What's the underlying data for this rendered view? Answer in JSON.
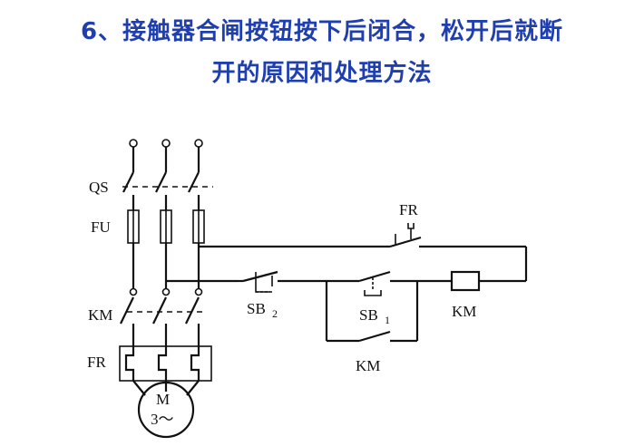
{
  "title": {
    "line1": "6、接触器合闸按钮按下后闭合，松开后就断",
    "line2": "开的原因和处理方法"
  },
  "labels": {
    "qs": "QS",
    "fu": "FU",
    "km_main": "KM",
    "fr_main": "FR",
    "motor_m": "M",
    "motor_phase": "3～",
    "fr_control": "FR",
    "sb2": "SB",
    "sb2_sub": "2",
    "sb1": "SB",
    "sb1_sub": "1",
    "km_coil": "KM",
    "km_aux": "KM"
  }
}
